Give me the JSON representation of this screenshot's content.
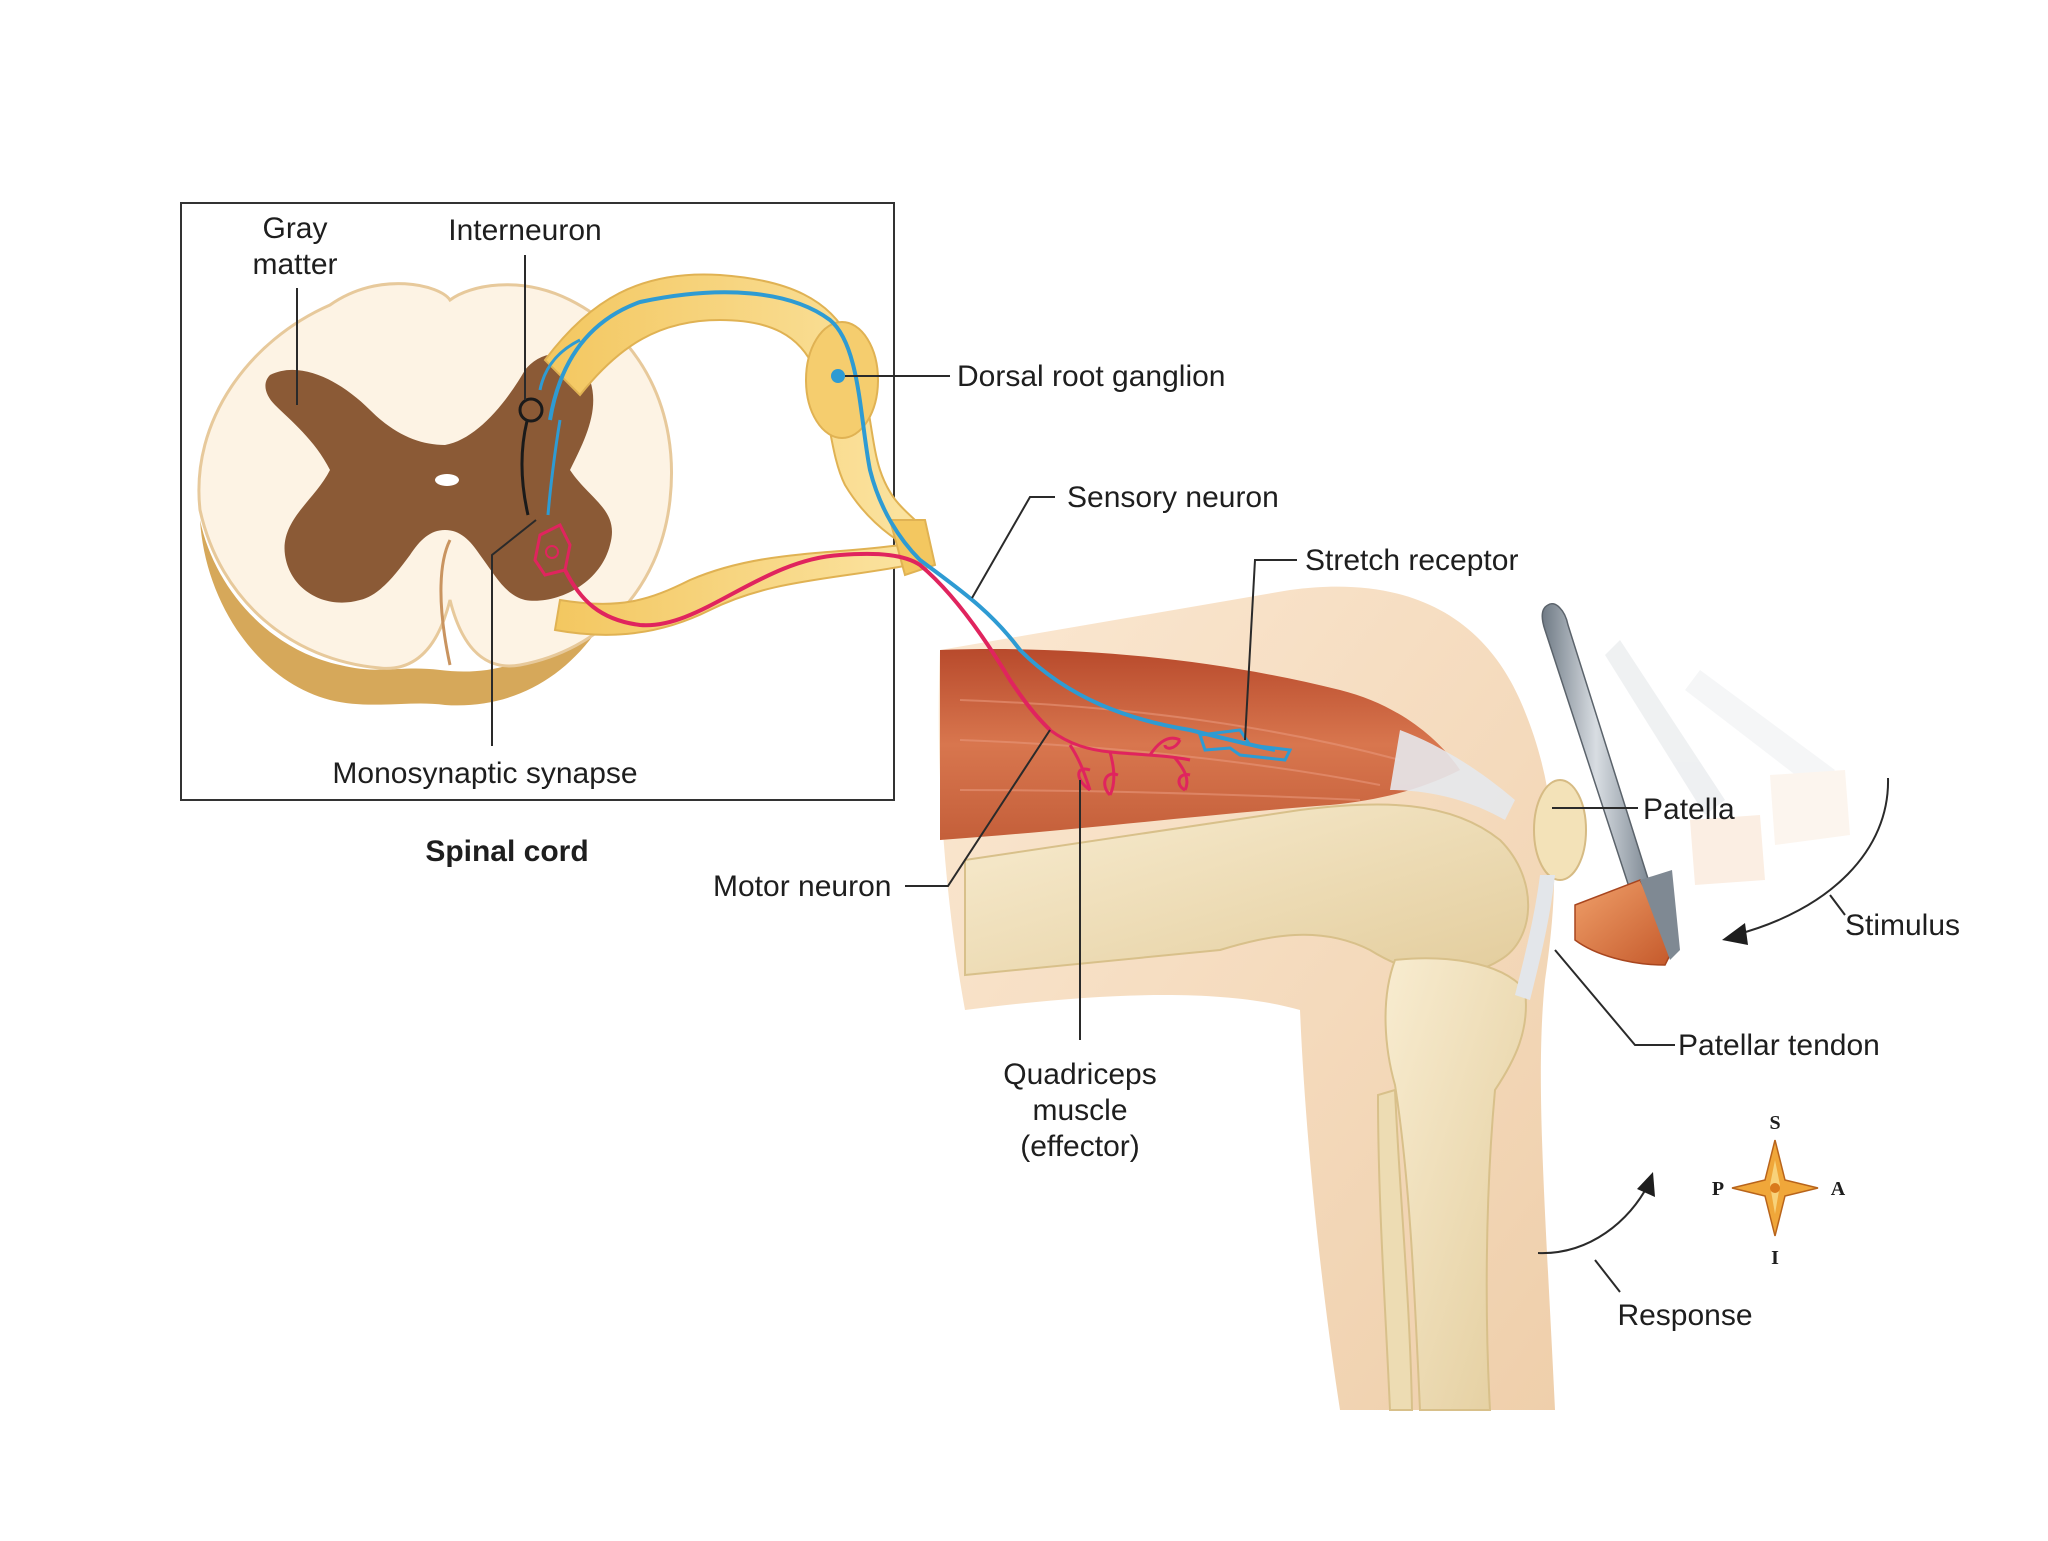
{
  "labels": {
    "gray_matter_1": "Gray",
    "gray_matter_2": "matter",
    "interneuron": "Interneuron",
    "dorsal_root_ganglion": "Dorsal root ganglion",
    "sensory_neuron": "Sensory neuron",
    "stretch_receptor": "Stretch receptor",
    "monosynaptic_synapse": "Monosynaptic synapse",
    "spinal_cord": "Spinal cord",
    "motor_neuron": "Motor neuron",
    "patella": "Patella",
    "stimulus": "Stimulus",
    "patellar_tendon": "Patellar tendon",
    "quadriceps_1": "Quadriceps",
    "quadriceps_2": "muscle",
    "quadriceps_3": "(effector)",
    "response": "Response"
  },
  "compass": {
    "superior": "S",
    "inferior": "I",
    "posterior": "P",
    "anterior": "A"
  },
  "colors": {
    "sensory_neuron": "#2e9bd3",
    "motor_neuron": "#e0245e",
    "interneuron": "#1a1a1a",
    "gray_matter": "#8b5a36",
    "white_matter": "#fdf3e4",
    "nerve_root": "#f6d27a",
    "muscle": "#c85a36",
    "skin": "#f6dec2",
    "bone": "#f1e1bb",
    "hammer_head": "#d9743e"
  }
}
